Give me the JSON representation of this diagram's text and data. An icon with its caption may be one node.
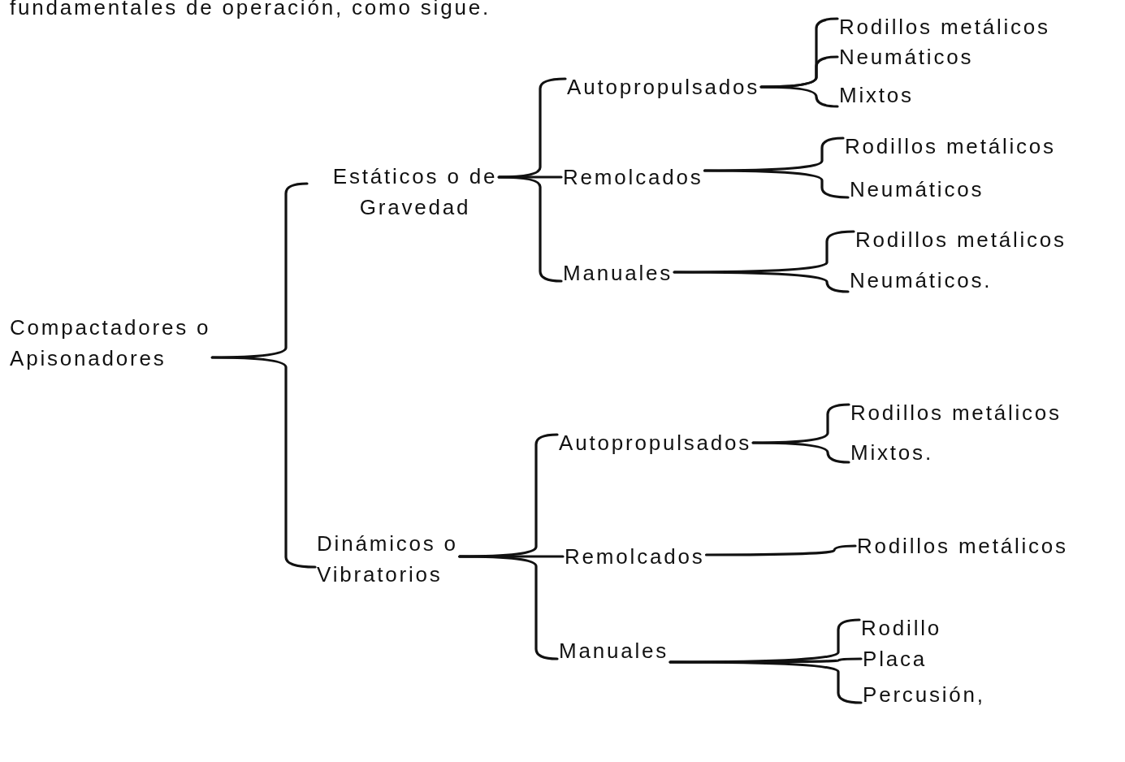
{
  "diagram": {
    "nodes": [
      {
        "text": [
          "Compactadores o Apisonadores"
        ]
      },
      {
        "text": [
          "Estáticos o de Gravedad"
        ]
      },
      {
        "text": [
          "Autopropulsados"
        ]
      },
      {
        "text": [
          "Rodillos metálicos"
        ]
      },
      {
        "text": [
          "Neumáticos"
        ]
      },
      {
        "text": [
          "Mixtos"
        ]
      },
      {
        "text": [
          "Remolcados"
        ]
      },
      {
        "text": [
          "Rodillos metálicos"
        ]
      },
      {
        "text": [
          "Neumáticos"
        ]
      },
      {
        "text": [
          "Manuales"
        ]
      },
      {
        "text": [
          "Rodillos metálicos"
        ]
      },
      {
        "text": [
          "Neumáticos."
        ]
      },
      {
        "text": [
          "Dinámicos o Vibratorios"
        ]
      },
      {
        "text": [
          "Autopropulsados"
        ]
      },
      {
        "text": [
          "Rodillos metálicos"
        ]
      },
      {
        "text": [
          "Mixtos."
        ]
      },
      {
        "text": [
          "Remolcados"
        ]
      },
      {
        "text": [
          "Rodillos metálicos"
        ]
      },
      {
        "text": [
          "Manuales"
        ]
      },
      {
        "text": [
          "Rodillo"
        ]
      },
      {
        "text": [
          "Placa"
        ]
      },
      {
        "text": [
          "Percusión,"
        ]
      }
    ],
    "edges": [
      {
        "from": 0,
        "to": 1,
        "arrow": "none"
      },
      {
        "from": 0,
        "to": 12,
        "arrow": "none"
      },
      {
        "from": 1,
        "to": 2,
        "arrow": "none"
      },
      {
        "from": 1,
        "to": 6,
        "arrow": "none"
      },
      {
        "from": 1,
        "to": 9,
        "arrow": "none"
      },
      {
        "from": 2,
        "to": 3,
        "arrow": "none"
      },
      {
        "from": 2,
        "to": 4,
        "arrow": "none"
      },
      {
        "from": 2,
        "to": 5,
        "arrow": "none"
      },
      {
        "from": 6,
        "to": 7,
        "arrow": "none"
      },
      {
        "from": 6,
        "to": 8,
        "arrow": "none"
      },
      {
        "from": 9,
        "to": 10,
        "arrow": "none"
      },
      {
        "from": 9,
        "to": 11,
        "arrow": "none"
      },
      {
        "from": 12,
        "to": 13,
        "arrow": "none"
      },
      {
        "from": 12,
        "to": 16,
        "arrow": "none"
      },
      {
        "from": 12,
        "to": 18,
        "arrow": "none"
      },
      {
        "from": 13,
        "to": 14,
        "arrow": "none"
      },
      {
        "from": 13,
        "to": 15,
        "arrow": "none"
      },
      {
        "from": 16,
        "to": 17,
        "arrow": "none"
      },
      {
        "from": 18,
        "to": 19,
        "arrow": "none"
      },
      {
        "from": 18,
        "to": 20,
        "arrow": "none"
      },
      {
        "from": 18,
        "to": 21,
        "arrow": "none"
      }
    ],
    "labels": [
      "fundamentales de operación, como sigue."
    ]
  }
}
